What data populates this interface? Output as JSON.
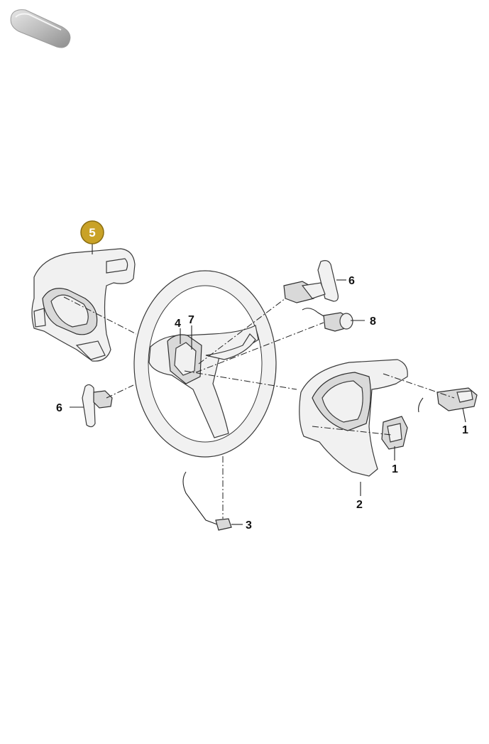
{
  "diagram": {
    "highlight_color": "#c9a227",
    "outline_color": "#3a3a3a",
    "selected_callout": "5",
    "callouts": [
      {
        "id": "c5",
        "label": "5"
      },
      {
        "id": "c6a",
        "label": "6"
      },
      {
        "id": "c8",
        "label": "8"
      },
      {
        "id": "c4",
        "label": "4"
      },
      {
        "id": "c7",
        "label": "7"
      },
      {
        "id": "c6b",
        "label": "6"
      },
      {
        "id": "c1a",
        "label": "1"
      },
      {
        "id": "c1b",
        "label": "1"
      },
      {
        "id": "c2",
        "label": "2"
      },
      {
        "id": "c3",
        "label": "3"
      }
    ]
  },
  "thumbnail": {
    "icon": "part-thumbnail-icon"
  }
}
